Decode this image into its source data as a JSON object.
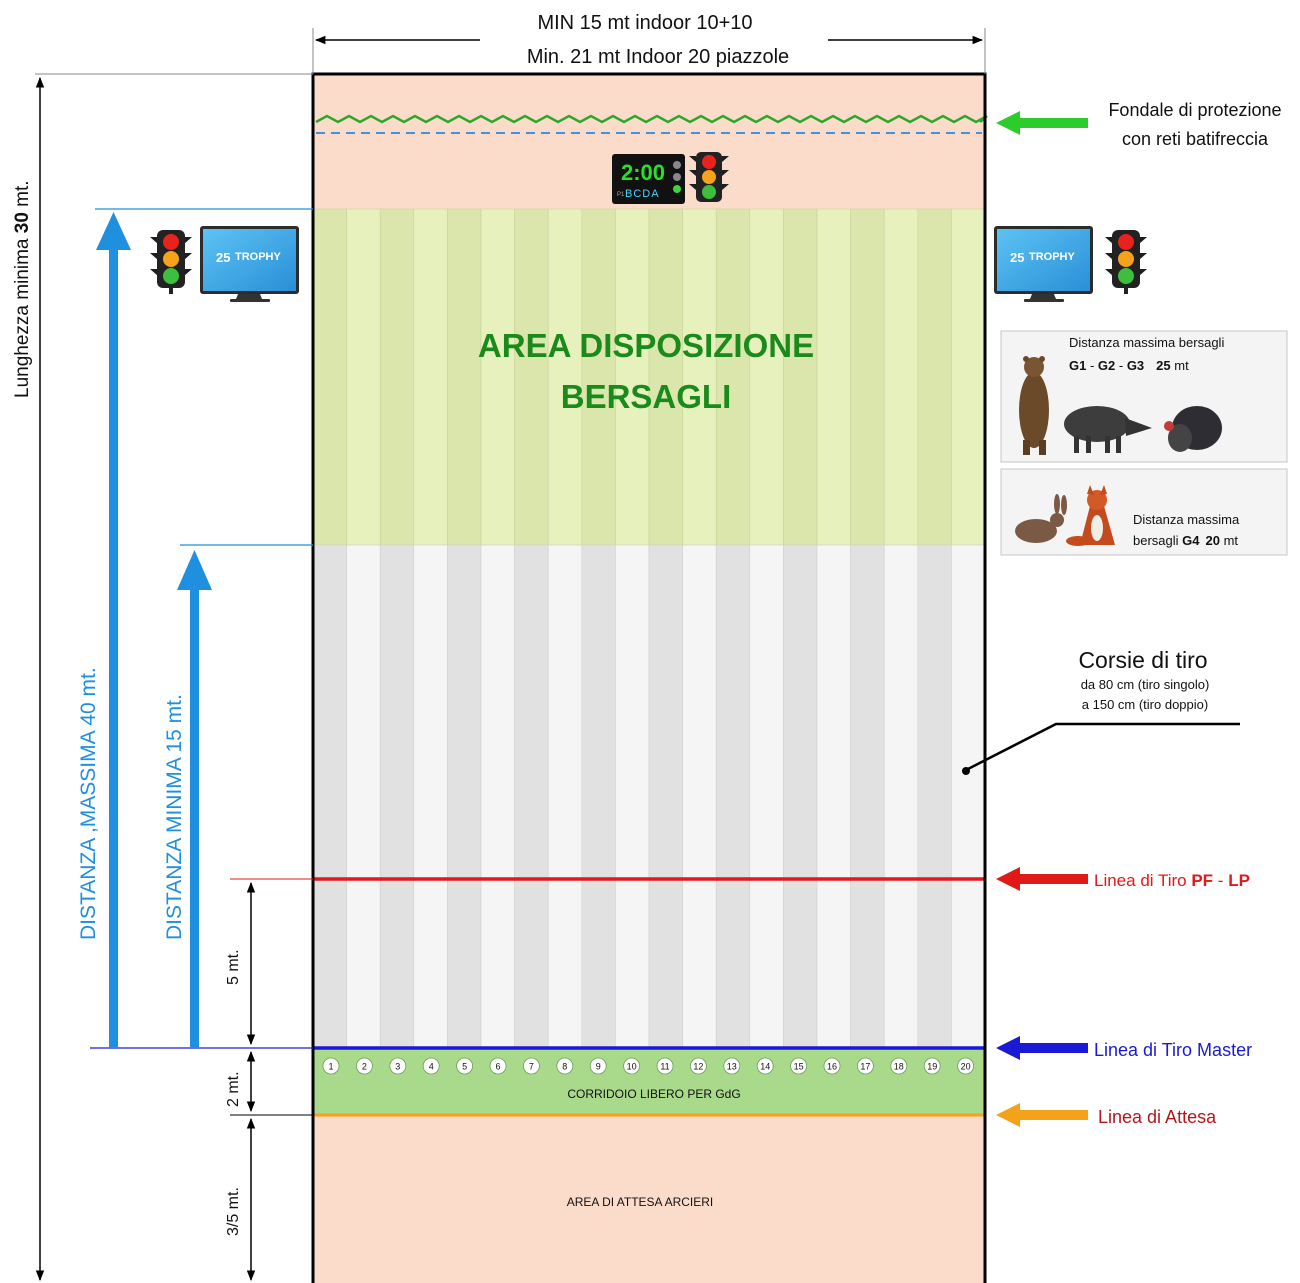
{
  "top_dimension": {
    "line1": "MIN 15 mt indoor 10+10",
    "line2": "Min. 21 mt Indoor 20 piazzole"
  },
  "left_dimension": {
    "text_pre": "Lunghezza minima ",
    "text_bold": "30",
    "text_post": " mt."
  },
  "distances": {
    "max": "DISTANZA  ,MASSIMA  40 mt.",
    "min": "DISTANZA  MINIMA 15 mt.",
    "five": "5 mt.",
    "two": "2 mt.",
    "three_five": "3/5 mt."
  },
  "target_area": {
    "line1": "AREA DISPOSIZIONE",
    "line2": "BERSAGLI"
  },
  "timer": {
    "time": "2:00",
    "groups": "BCDA",
    "prefix": "P1"
  },
  "monitor": {
    "label_num": "25",
    "label_word": "TROPHY"
  },
  "backstop": {
    "line1": "Fondale di protezione",
    "line2": "con reti batifreccia"
  },
  "panel_g123": {
    "title": "Distanza massima bersagli",
    "g1": "G1",
    "sep1": " - ",
    "g2": "G2",
    "sep2": " - ",
    "g3": "G3",
    "dist": "25",
    "unit": " mt"
  },
  "panel_g4": {
    "line1": "Distanza massima",
    "line2_pre": "bersagli ",
    "g4": "G4",
    "dist": "20",
    "unit": " mt"
  },
  "lanes_note": {
    "title": "Corsie di tiro",
    "line1": "da 80 cm (tiro singolo)",
    "line2": "a 150 cm (tiro doppio)"
  },
  "shooting_lines": {
    "pf_pre": "Linea di Tiro ",
    "pf_bold1": "PF",
    "pf_sep": " - ",
    "pf_bold2": "LP",
    "master": "Linea di Tiro Master",
    "waiting": "Linea di Attesa"
  },
  "corridor": "CORRIDOIO LIBERO PER GdG",
  "waiting_area": "AREA DI ATTESA ARCIERI",
  "lane_numbers": [
    "1",
    "2",
    "3",
    "4",
    "5",
    "6",
    "7",
    "8",
    "9",
    "10",
    "11",
    "12",
    "13",
    "14",
    "15",
    "16",
    "17",
    "18",
    "19",
    "20"
  ],
  "colors": {
    "peach": "#fbdccb",
    "target_green": "#e7f1bd",
    "target_green_alt": "#dbe6ac",
    "lane_light": "#f5f5f5",
    "lane_dark": "#e1e1e1",
    "corridor": "#a9d98a",
    "text_green": "#1a8a1a",
    "blue_arrow": "#1f8fe0",
    "red_line": "#e01919",
    "master_line": "#1a1ad6",
    "wait_line": "#f4a21a",
    "dark_red_text": "#b5161b"
  }
}
